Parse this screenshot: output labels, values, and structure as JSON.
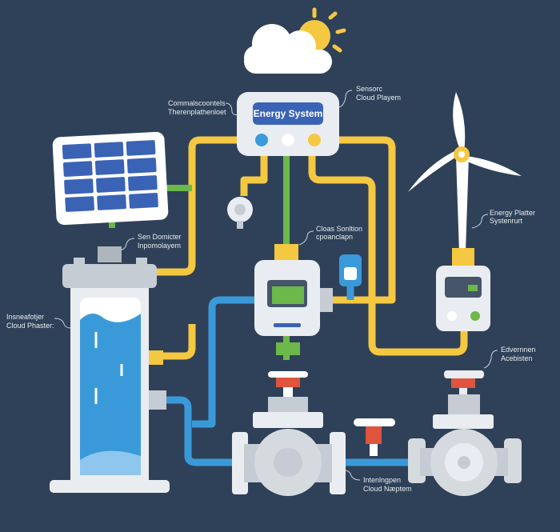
{
  "hub": {
    "title": "Energy System"
  },
  "labels": {
    "comm": [
      "Commalscoontels",
      "Therenplathenloet"
    ],
    "sensor_cloud": [
      "Sensorc",
      "Cloud Playem"
    ],
    "solar": [
      "Sen Domicter",
      "Inpomolayem"
    ],
    "meter": [
      "Cloas Sonltion",
      "cpoanclapn"
    ],
    "wind": [
      "Energy Platter",
      "Systenrurt"
    ],
    "tank": [
      "Insneafotjer",
      "Cloud Phaster:"
    ],
    "right_valve": [
      "Edvernnen",
      "Acebisten"
    ],
    "pump": [
      "Intenlngpen",
      "Cloud Næptem"
    ]
  },
  "colors": {
    "background": "#2f4158",
    "yellow": "#f5c842",
    "blue": "#3a9ad9",
    "green": "#6cb84a",
    "red": "#e0533d",
    "panel": "#3b63b5"
  }
}
